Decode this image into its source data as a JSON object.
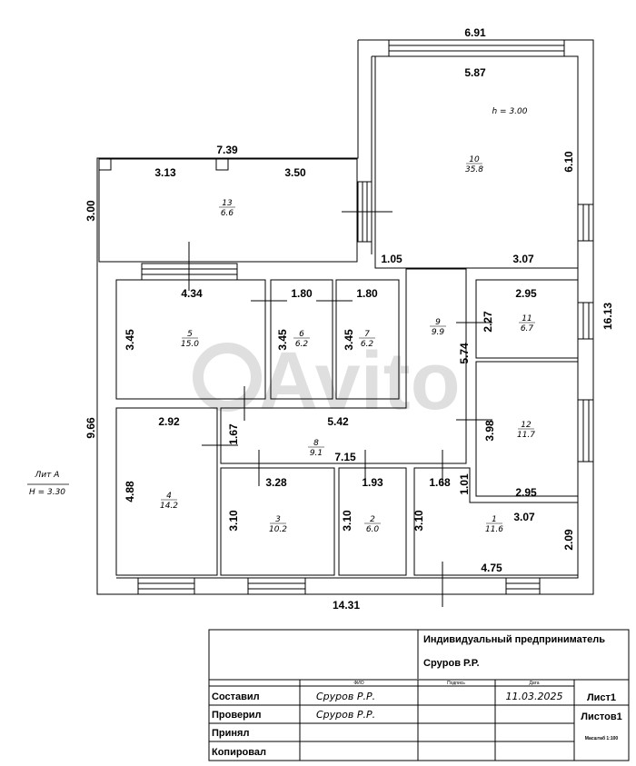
{
  "plan": {
    "height_label": "h = 3.00",
    "dims": {
      "top_width": "6.91",
      "room10_width": "5.87",
      "room10_height": "6.10",
      "annex_width": "7.39",
      "annex_left": "3.13",
      "annex_right": "3.50",
      "annex_height": "3.00",
      "corr_1_05": "1.05",
      "room10_bottom": "3.07",
      "r5_width": "4.34",
      "r6_width": "1.80",
      "r7_width": "1.80",
      "r11_width": "2.95",
      "r11_height": "2.27",
      "right_total": "16.13",
      "r5_height": "3.45",
      "r6_height": "3.45",
      "r7_height": "3.45",
      "corr_5_74": "5.74",
      "left_total": "9.66",
      "r4_width": "2.92",
      "corr_5_42": "5.42",
      "corr_1_67": "1.67",
      "r12_height": "3.98",
      "r4_height": "4.88",
      "corr_7_15": "7.15",
      "r3_width": "3.28",
      "r2_width": "1.93",
      "e_1_68": "1.68",
      "e_1_01": "1.01",
      "r12_width": "2.95",
      "r3_height": "3.10",
      "r2_height": "3.10",
      "r1_height": "3.10",
      "r1_width_top": "3.07",
      "r1_side": "2.09",
      "r1_width": "4.75",
      "bottom_total": "14.31"
    },
    "rooms": [
      {
        "num": "10",
        "area": "35.8"
      },
      {
        "num": "13",
        "area": "6.6"
      },
      {
        "num": "5",
        "area": "15.0"
      },
      {
        "num": "6",
        "area": "6.2"
      },
      {
        "num": "7",
        "area": "6.2"
      },
      {
        "num": "9",
        "area": "9.9"
      },
      {
        "num": "11",
        "area": "6.7"
      },
      {
        "num": "12",
        "area": "11.7"
      },
      {
        "num": "8",
        "area": "9.1"
      },
      {
        "num": "4",
        "area": "14.2"
      },
      {
        "num": "3",
        "area": "10.2"
      },
      {
        "num": "2",
        "area": "6.0"
      },
      {
        "num": "1",
        "area": "11.6"
      }
    ],
    "lit_label": "Лит А",
    "lit_height": "H = 3.30"
  },
  "title_block": {
    "org": "Индивидуальный предприниматель",
    "person": "Срyров Р.Р.",
    "col_fio": "ФИО",
    "col_sign": "Подпись",
    "col_date": "Дата",
    "rows": [
      {
        "label": "Составил",
        "name": "Сруров Р.Р.",
        "date": "11.03.2025"
      },
      {
        "label": "Проверил",
        "name": "Сруров Р.Р.",
        "date": ""
      },
      {
        "label": "Принял",
        "name": "",
        "date": ""
      },
      {
        "label": "Копировал",
        "name": "",
        "date": ""
      }
    ],
    "sheet": "Лист1",
    "sheets": "Листов1",
    "scale": "Масштаб 1:100"
  },
  "watermark": "Avito"
}
